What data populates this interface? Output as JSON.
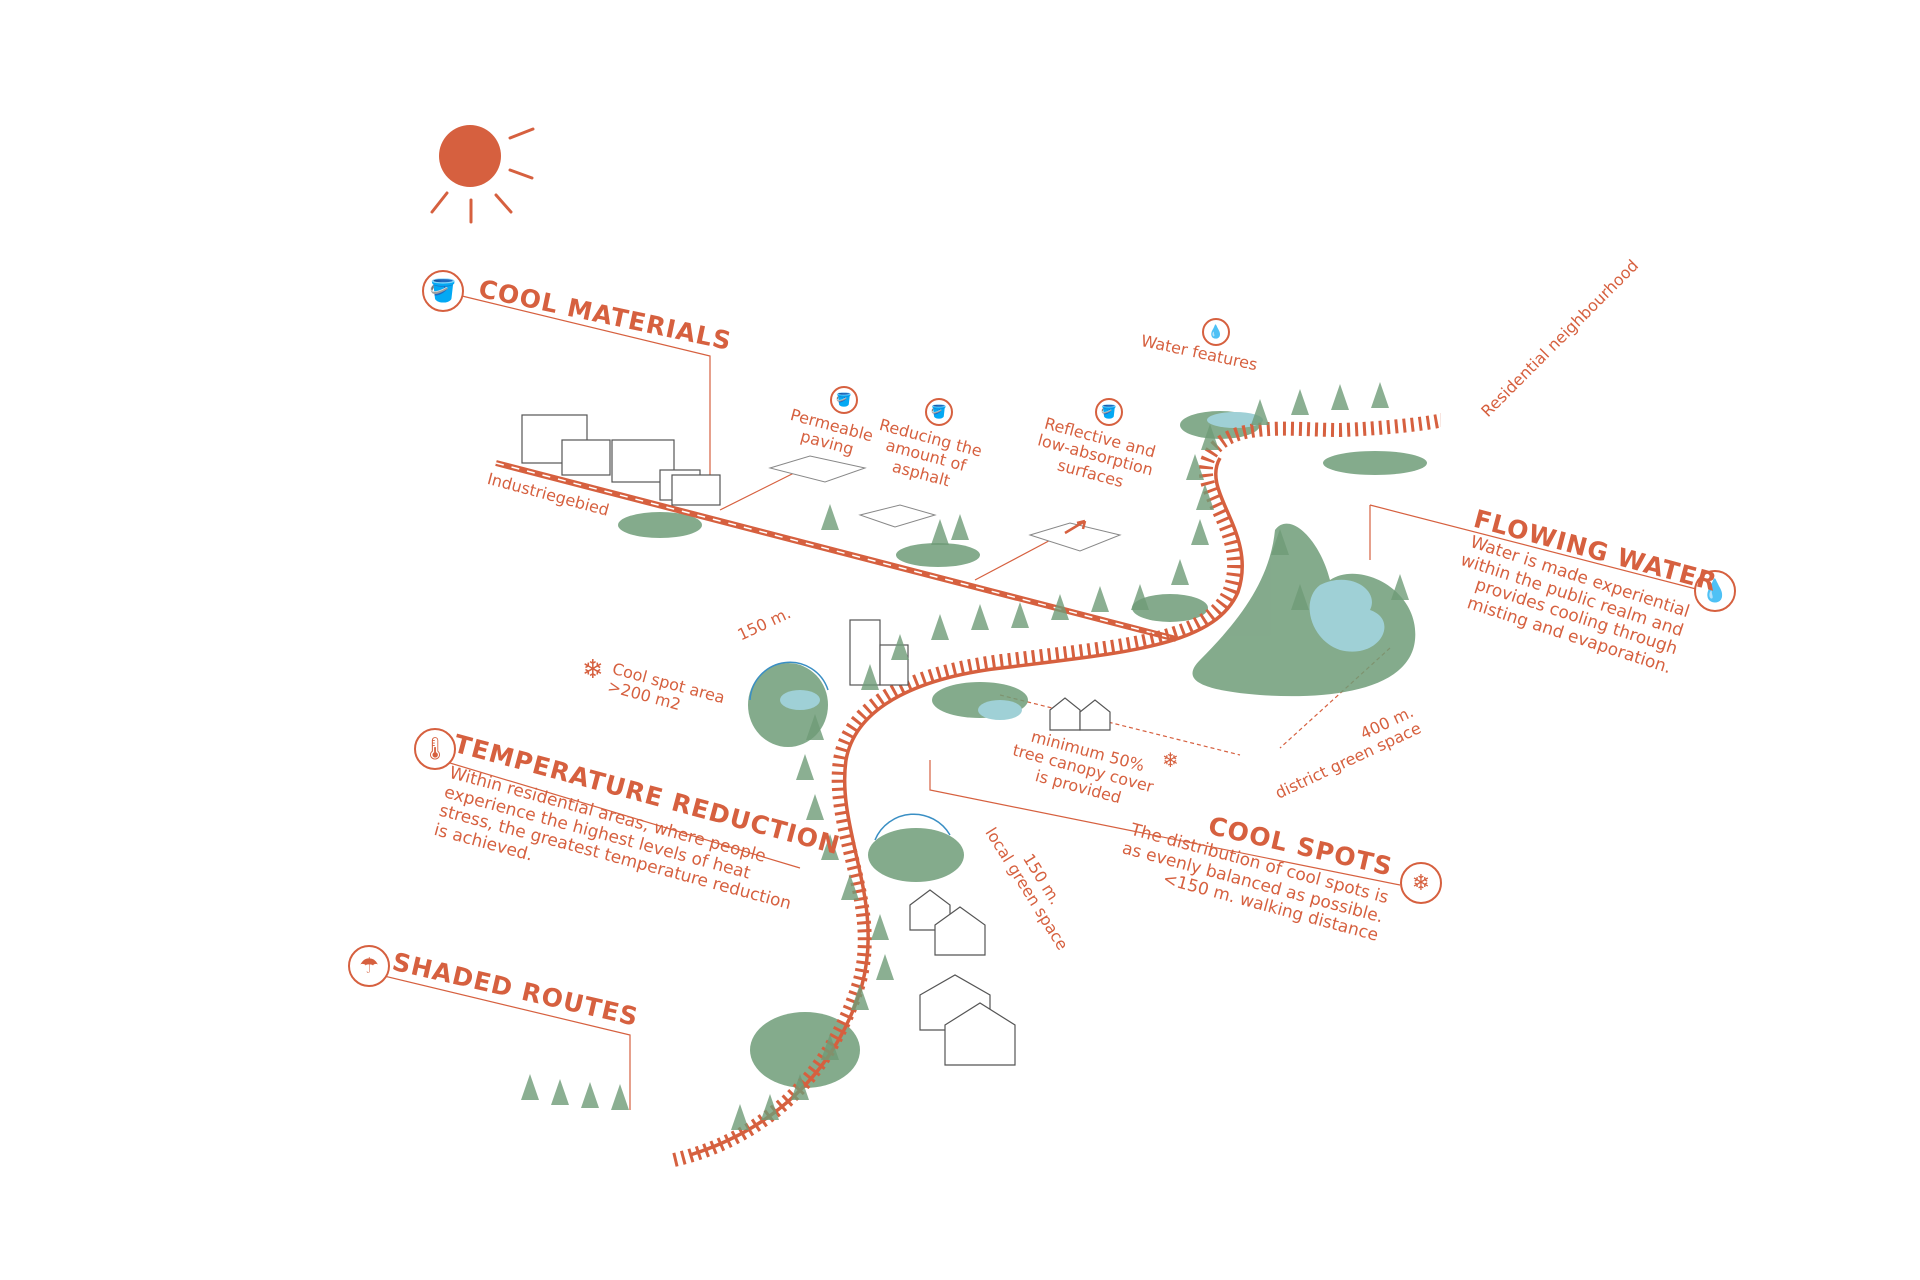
{
  "colors": {
    "accent": "#d6603f",
    "green": "#6f9c78",
    "water": "#9fd0d6"
  },
  "categories": {
    "cool_materials": {
      "title": "COOL MATERIALS",
      "icon": "paint-bucket-icon"
    },
    "flowing_water": {
      "title": "FLOWING WATER",
      "icon": "water-drop-icon",
      "text": [
        "Water is made experiential",
        "within the public realm and",
        "provides cooling through",
        "misting and evaporation."
      ]
    },
    "temperature_reduction": {
      "title": "TEMPERATURE REDUCTION",
      "icon": "thermometer-icon",
      "text": [
        "Within residential areas, where people",
        "experience the highest levels of heat",
        "stress, the greatest temperature reduction",
        "is achieved."
      ]
    },
    "cool_spots": {
      "title": "COOL SPOTS",
      "icon": "snowflake-icon",
      "text": [
        "The distribution of cool spots is",
        "as evenly balanced as possible.",
        "<150 m. walking distance"
      ]
    },
    "shaded_routes": {
      "title": "SHADED ROUTES",
      "icon": "umbrella-icon"
    }
  },
  "annotations": {
    "industrial": "Industriegebied",
    "residential": "Residential neighbourhood",
    "water_features": "Water features",
    "permeable": [
      "Permeable",
      "paving"
    ],
    "asphalt": [
      "Reducing the",
      "amount of",
      "asphalt"
    ],
    "reflective": [
      "Reflective and",
      "low-absorption",
      "surfaces"
    ],
    "distance_150_top": "150 m.",
    "cool_spot_area": [
      "Cool spot area",
      ">200 m2"
    ],
    "canopy": [
      "minimum 50%",
      "tree canopy cover",
      "is provided"
    ],
    "district": [
      "400 m.",
      "district green space"
    ],
    "local": [
      "150 m.",
      "local green space"
    ]
  }
}
